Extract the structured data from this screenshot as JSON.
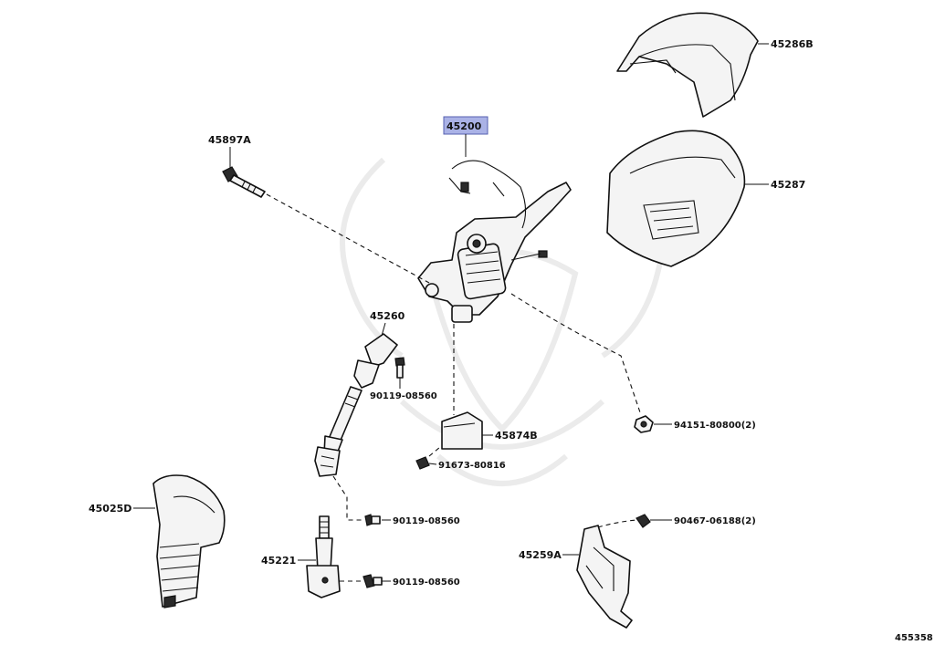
{
  "diagram": {
    "part_labels": {
      "p45286B": "45286B",
      "p45287": "45287",
      "p45200": "45200",
      "p45897A": "45897A",
      "p45260": "45260",
      "p90119a": "90119-08560",
      "p94151": "94151-80800(2)",
      "p45874B": "45874B",
      "p91673": "91673-80816",
      "p45025D": "45025D",
      "p90119b": "90119-08560",
      "p90467": "90467-06188(2)",
      "p45221": "45221",
      "p45259A": "45259A",
      "p90119c": "90119-08560"
    },
    "highlight_color": "#aab2e6",
    "figure_number": "455358"
  }
}
